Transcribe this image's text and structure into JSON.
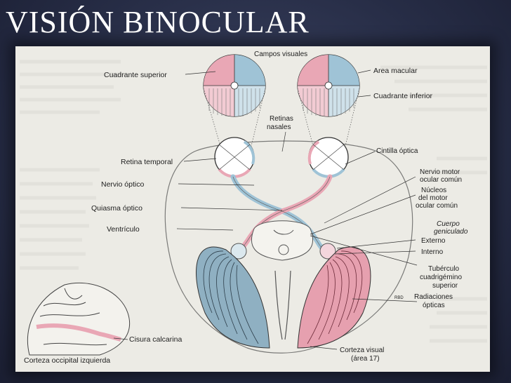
{
  "slide": {
    "title": "VISIÓN BINOCULAR"
  },
  "figure": {
    "labels": {
      "campos_visuales": "Campos visuales",
      "cuadrante_superior": "Cuadrante superior",
      "area_macular": "Area macular",
      "cuadrante_inferior": "Cuadrante inferior",
      "retinas": "Retinas",
      "nasales": "nasales",
      "cintilla_optica": "Cintilla óptica",
      "retina_temporal": "Retina temporal",
      "nervio_motor": "Nervio motor",
      "ocular_comun_1": "ocular común",
      "nervio_optico": "Nervio óptico",
      "nucleos": "Núcleos",
      "del_motor": "del motor",
      "ocular_comun_2": "ocular común",
      "quiasma_optico": "Quiasma óptico",
      "cuerpo": "Cuerpo",
      "geniculado": "geniculado",
      "ventriculo": "Ventrículo",
      "externo": "Externo",
      "interno": "Interno",
      "tuberculo": "Tubérculo",
      "cuadrigemino": "cuadrigémino",
      "superior": "superior",
      "radiaciones": "Radiaciones",
      "opticas": "ópticas",
      "cisura_calcarina": "Cisura calcarina",
      "corteza_visual": "Corteza visual",
      "area_17": "(área 17)",
      "corteza_occipital": "Corteza occipital izquierda",
      "signature": "RBD"
    },
    "colors": {
      "pink": "#e9a7b5",
      "blue": "#9fc3d6",
      "line": "#3a3a3a",
      "paper": "#ecebe5"
    }
  }
}
